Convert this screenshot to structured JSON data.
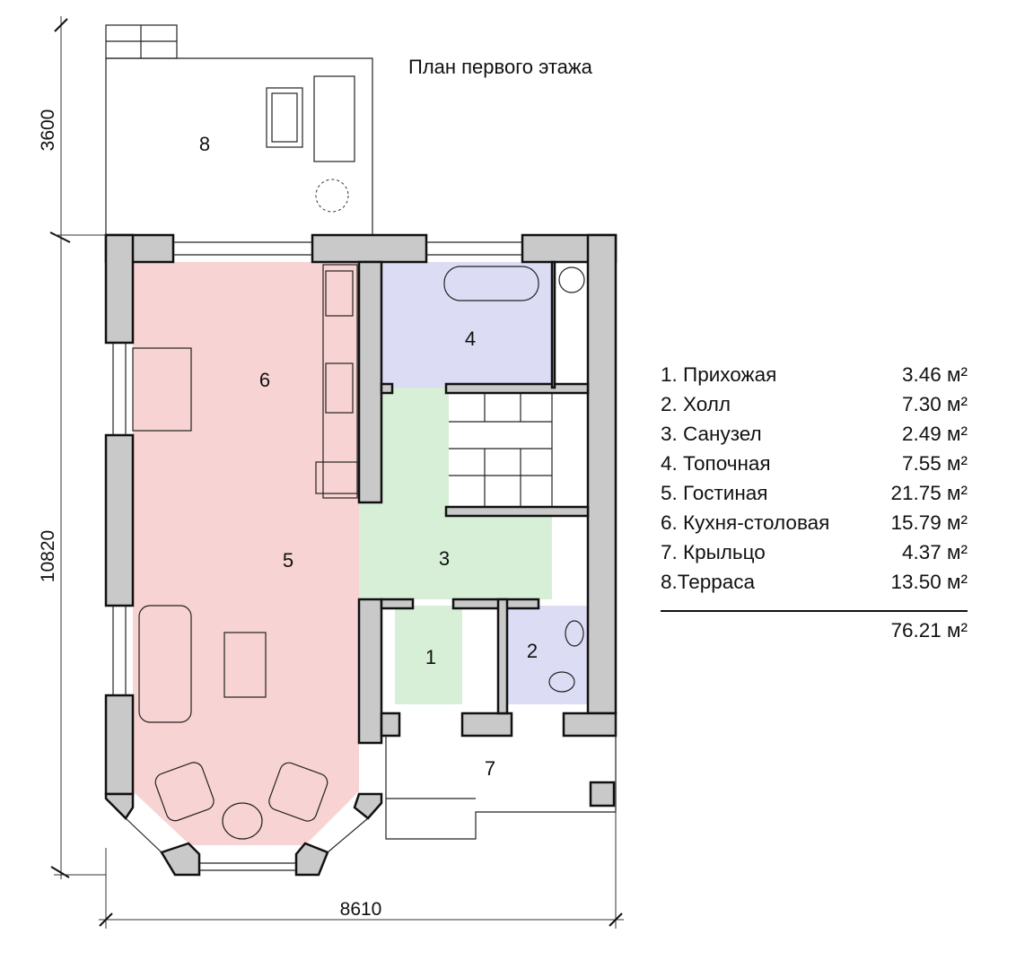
{
  "title": "План первого этажа",
  "rooms_on_plan": [
    {
      "number": "1",
      "fill": "#d6efd6"
    },
    {
      "number": "2",
      "fill": "#dcdcf5"
    },
    {
      "number": "3",
      "fill": "#d6efd6"
    },
    {
      "number": "4",
      "fill": "#dcdcf5"
    },
    {
      "number": "5",
      "fill": "#f8d3d3"
    },
    {
      "number": "6",
      "fill": "#f8d3d3"
    },
    {
      "number": "7",
      "fill": "#ffffff"
    },
    {
      "number": "8",
      "fill": "#ffffff"
    }
  ],
  "dimensions": {
    "terrace_depth": "3600",
    "house_depth": "10820",
    "house_width": "8610"
  },
  "legend": {
    "items": [
      {
        "name": "1. Прихожая",
        "area": "3.46 м²"
      },
      {
        "name": "2. Холл",
        "area": "7.30 м²"
      },
      {
        "name": "3. Санузел",
        "area": "2.49 м²"
      },
      {
        "name": "4. Топочная",
        "area": "7.55 м²"
      },
      {
        "name": "5. Гостиная",
        "area": "21.75 м²"
      },
      {
        "name": "6. Кухня-столовая",
        "area": "15.79 м²"
      },
      {
        "name": "7. Крыльцо",
        "area": "4.37 м²"
      },
      {
        "name": "8.Терраса",
        "area": "13.50 м²"
      }
    ],
    "total": "76.21 м²"
  },
  "colors": {
    "wall": "#c9c9c9",
    "living": "#f8d3d3",
    "wet": "#d6efd6",
    "tech": "#dcdcf5"
  }
}
